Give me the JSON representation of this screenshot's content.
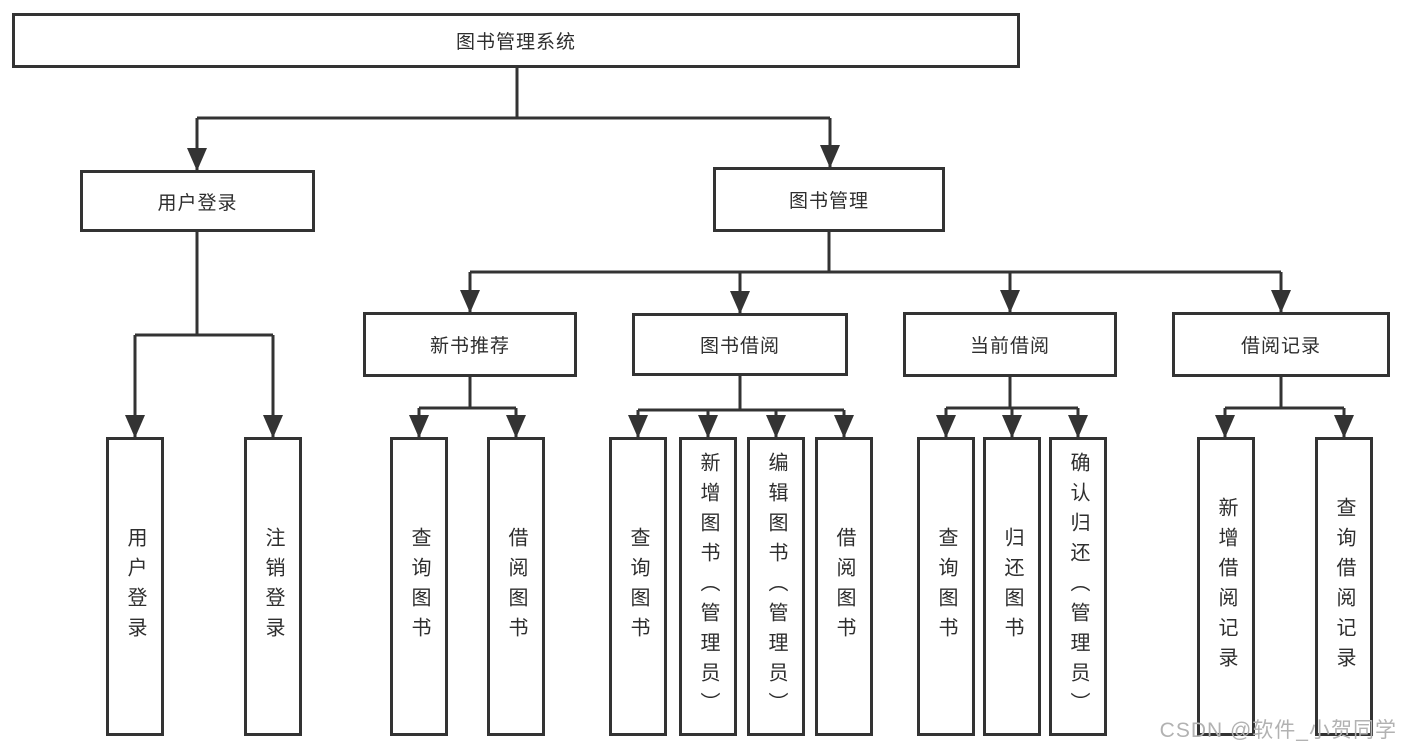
{
  "diagram": {
    "title": "图书管理系统",
    "nodes": {
      "root": "图书管理系统",
      "user_login": "用户登录",
      "book_management": "图书管理",
      "new_book_recommend": "新书推荐",
      "book_borrowing": "图书借阅",
      "current_borrowing": "当前借阅",
      "borrowing_records": "借阅记录"
    },
    "leaves": {
      "user_login": [
        "用户登录",
        "注销登录"
      ],
      "new_book_recommend": [
        "查询图书",
        "借阅图书"
      ],
      "book_borrowing": [
        "查询图书",
        "新增图书（管理员）",
        "编辑图书（管理员）",
        "借阅图书"
      ],
      "current_borrowing": [
        "查询图书",
        "归还图书",
        "确认归还（管理员）"
      ],
      "borrowing_records": [
        "新增借阅记录",
        "查询借阅记录"
      ]
    },
    "colors": {
      "line": "#333333",
      "text": "#2e2e2e",
      "background": "#ffffff",
      "watermark": "#b2b2b2"
    },
    "watermark": "CSDN @软件_小贺同学"
  }
}
